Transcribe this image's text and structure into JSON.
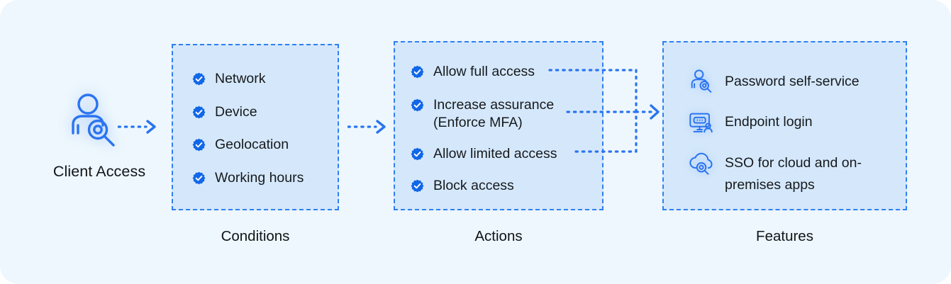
{
  "diagram": {
    "title_visible": false,
    "colors": {
      "page_background": "#eef7fd",
      "box_fill": "#d5e8fb",
      "accent_blue": "#2f7ff0",
      "badge_blue": "#1267e8",
      "text": "#16191d"
    }
  },
  "client": {
    "label": "Client Access",
    "icon": "user-magnifier-icon"
  },
  "arrows": {
    "client_to_conditions": "arrow-right-dotted",
    "conditions_to_actions": "arrow-right-dotted",
    "actions_to_features": "arrow-right-dotted"
  },
  "conditions": {
    "caption": "Conditions",
    "items": [
      {
        "label": "Network",
        "icon": "check-badge-icon"
      },
      {
        "label": "Device",
        "icon": "check-badge-icon"
      },
      {
        "label": "Geolocation",
        "icon": "check-badge-icon"
      },
      {
        "label": "Working hours",
        "icon": "check-badge-icon"
      }
    ]
  },
  "actions": {
    "caption": "Actions",
    "items": [
      {
        "label": "Allow full access",
        "icon": "check-badge-icon",
        "has_connector": true
      },
      {
        "label": "Increase assurance\n(Enforce MFA)",
        "icon": "check-badge-icon",
        "has_connector": true
      },
      {
        "label": "Allow limited access",
        "icon": "check-badge-icon",
        "has_connector": true
      },
      {
        "label": "Block access",
        "icon": "check-badge-icon",
        "has_connector": false
      }
    ]
  },
  "features": {
    "caption": "Features",
    "items": [
      {
        "label": "Password self-service",
        "icon": "user-magnifier-icon"
      },
      {
        "label": "Endpoint login",
        "icon": "monitor-user-icon"
      },
      {
        "label": "SSO for cloud and on-\npremises apps",
        "icon": "cloud-magnifier-icon"
      }
    ]
  }
}
